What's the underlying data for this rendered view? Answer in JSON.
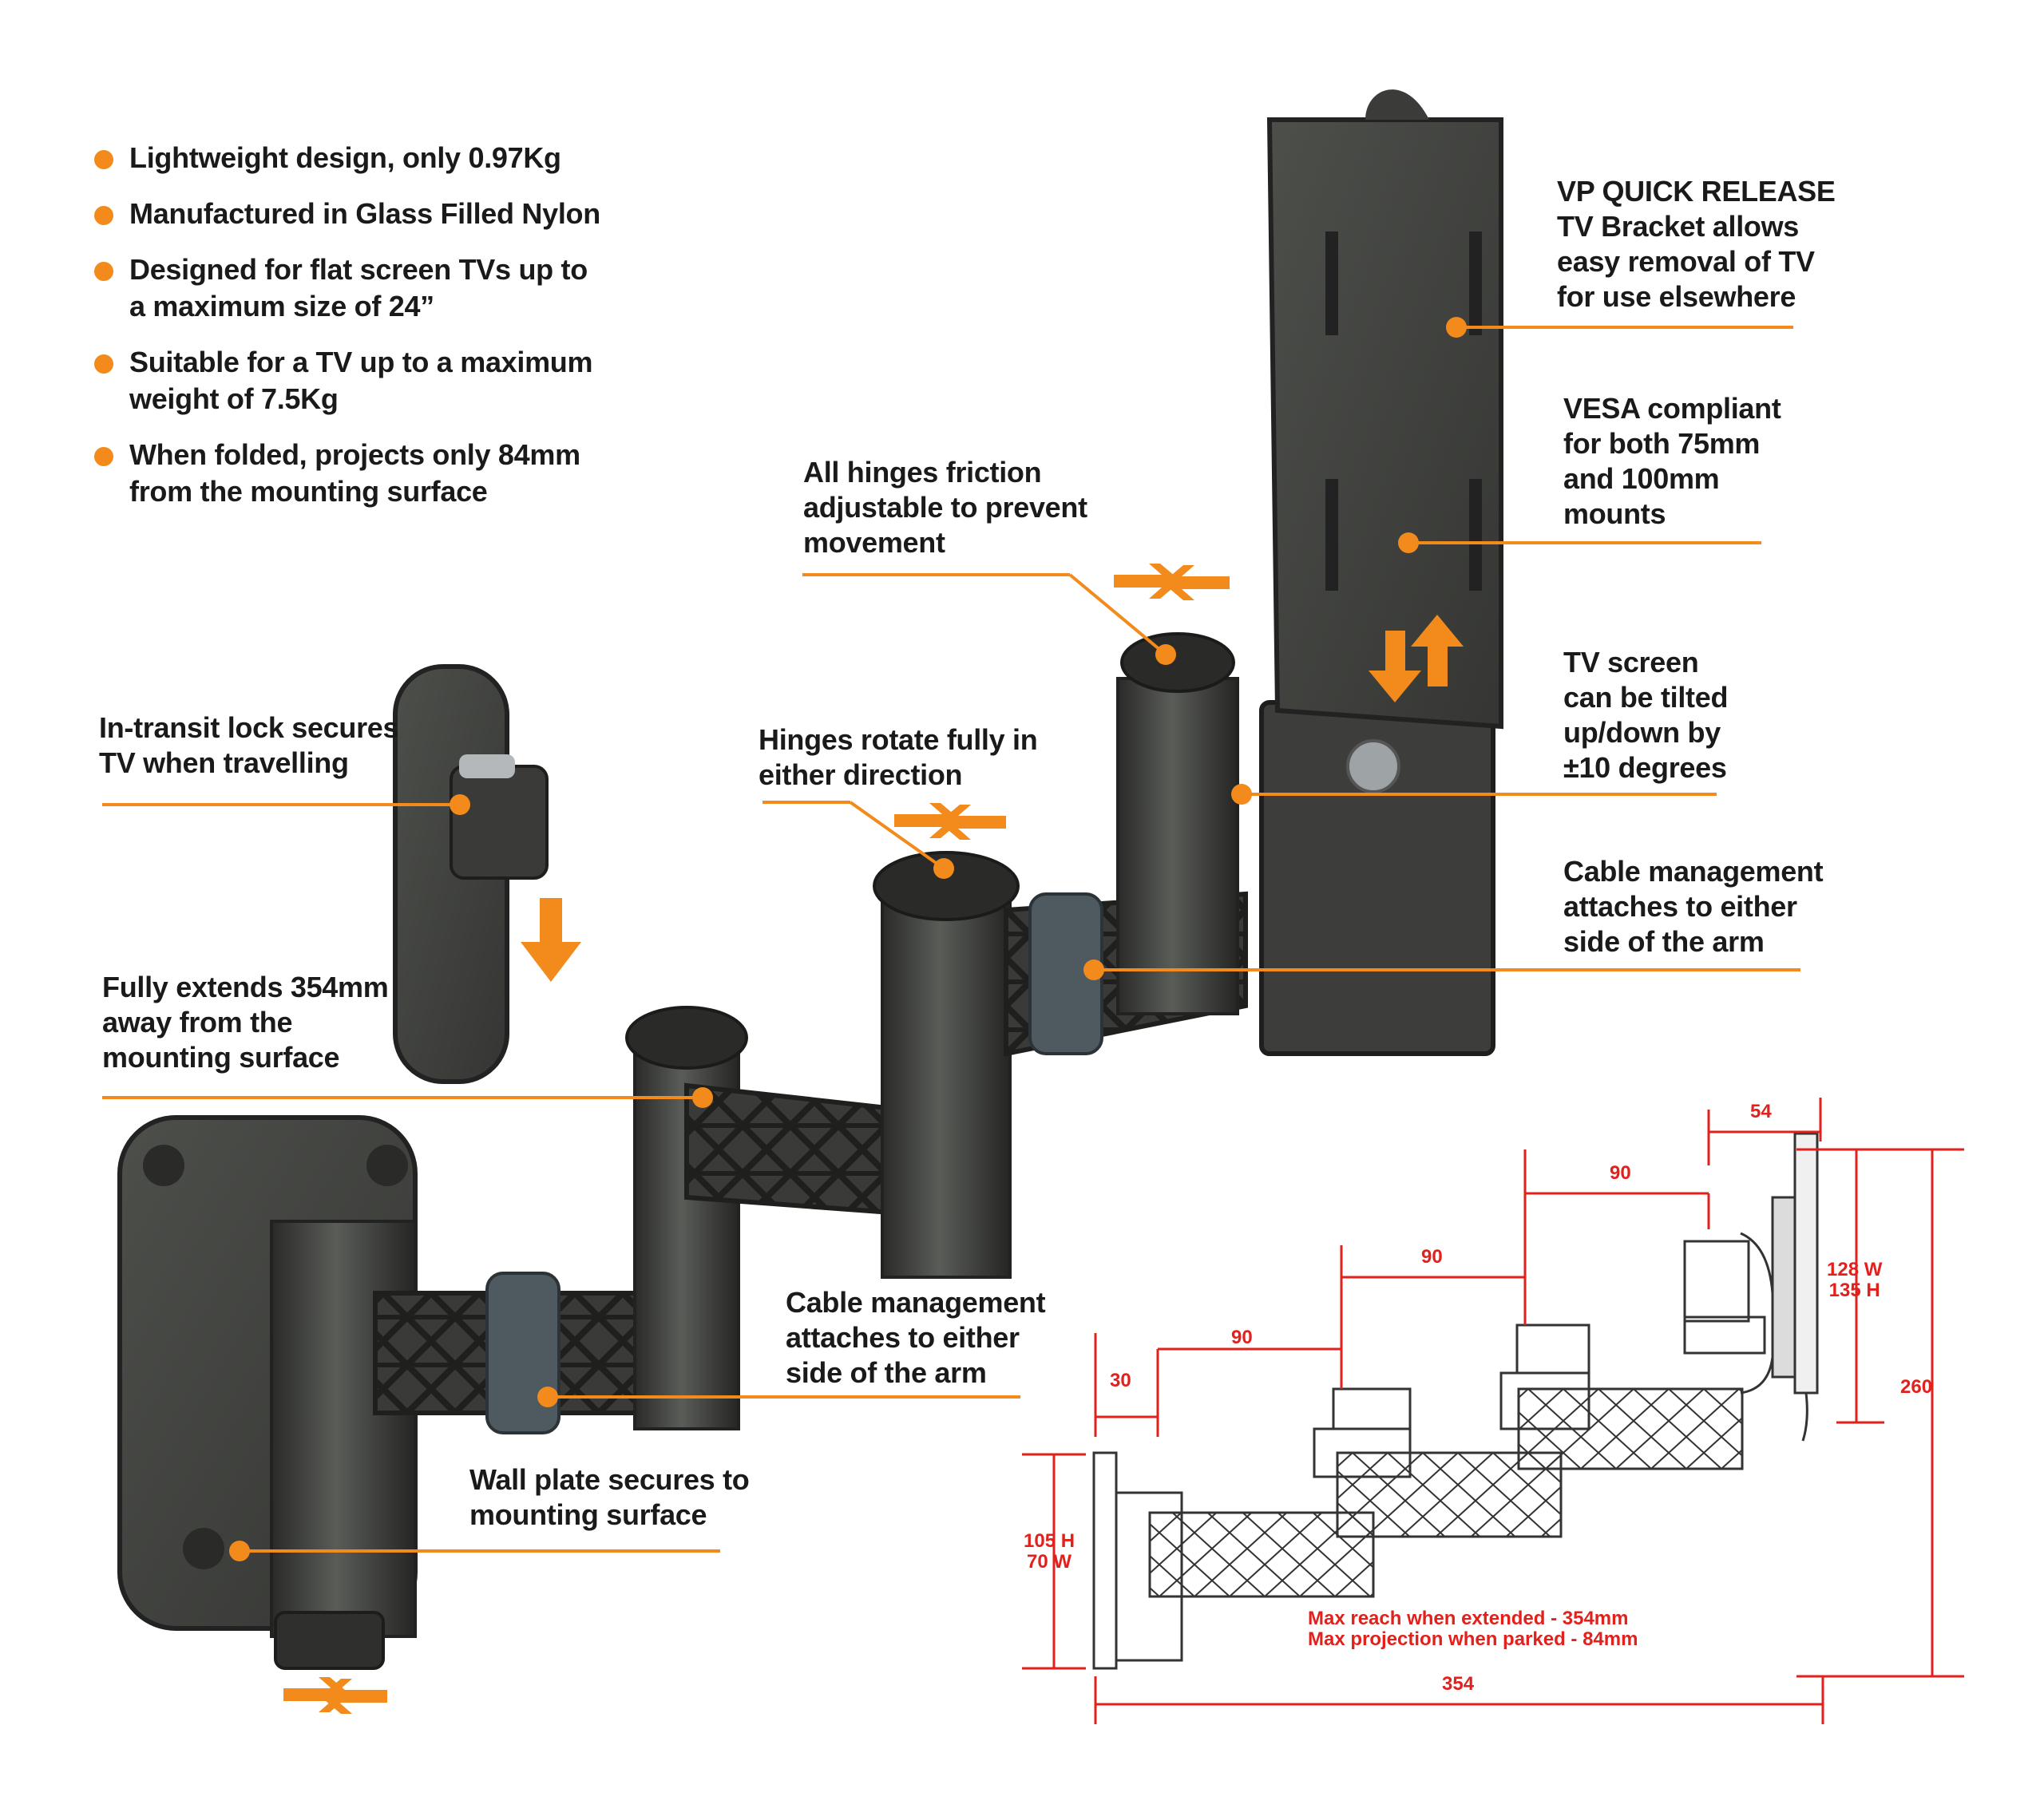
{
  "accent_color": "#f28a1c",
  "dimension_color": "#e2201c",
  "features": [
    {
      "text": "Lightweight design, only 0.97Kg"
    },
    {
      "text": "Manufactured in Glass Filled Nylon"
    },
    {
      "text": "Designed for flat screen TVs up to a maximum size of 24”"
    },
    {
      "text": "Suitable for a TV up to a maximum weight of 7.5Kg"
    },
    {
      "text": "When folded, projects only 84mm from the mounting surface"
    }
  ],
  "callouts": {
    "quick_release": "VP QUICK RELEASE\nTV Bracket allows\neasy removal of TV\nfor use elsewhere",
    "vesa": "VESA compliant\nfor both 75mm\nand 100mm\nmounts",
    "tilt": "TV screen\ncan be tilted\nup/down by\n±10 degrees",
    "cable_right": "Cable management\nattaches to either\nside of the arm",
    "hinges_friction": "All hinges friction\nadjustable to prevent\nmovement",
    "hinges_rotate": "Hinges rotate fully in\neither direction",
    "transit_lock": "In-transit lock secures\nTV when travelling",
    "extends": "Fully extends 354mm\naway from the\nmounting surface",
    "cable_left": "Cable management\nattaches to either\nside of the arm",
    "wall_plate": "Wall plate secures to\nmounting surface"
  },
  "drawing": {
    "dim_54": "54",
    "dim_90_top": "90",
    "dim_90_mid": "90",
    "dim_90_low": "90",
    "dim_30": "30",
    "dim_354": "354",
    "dim_260": "260",
    "dim_tv_plate": "128 W\n135 H",
    "dim_wall_plate": "105 H\n70 W",
    "note": "Max reach when extended - 354mm\nMax projection when parked - 84mm"
  }
}
